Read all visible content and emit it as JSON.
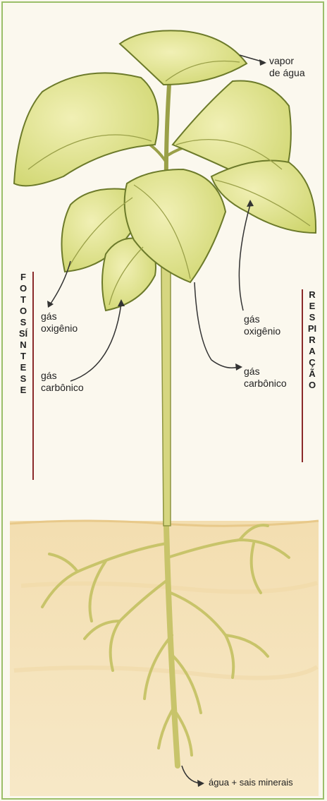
{
  "labels": {
    "vapor": [
      "vapor",
      "de água"
    ],
    "oxigenio_left": [
      "gás",
      "oxigênio"
    ],
    "carbonico_left": [
      "gás",
      "carbônico"
    ],
    "oxigenio_right": [
      "gás",
      "oxigênio"
    ],
    "carbonico_right": [
      "gás",
      "carbônico"
    ],
    "agua": "água + sais minerais"
  },
  "side_labels": {
    "fotossintese": "FOTOSSÍNTESE",
    "respiracao": "RESPIRAÇÃO"
  },
  "colors": {
    "leaf_fill": "#dfe48e",
    "leaf_stroke": "#6c7a2a",
    "stem": "#d2d27a",
    "soil": "#f2dcaa",
    "accent_bar": "#8a2a2a"
  }
}
